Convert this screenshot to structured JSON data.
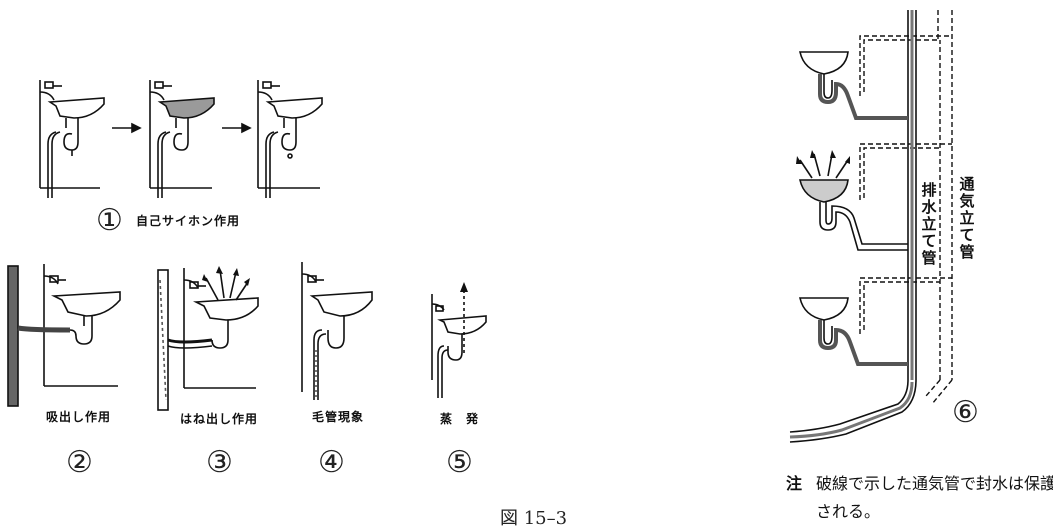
{
  "figure_caption": "図 15–3",
  "panels": [
    {
      "number": "①",
      "caption": "自己サイホン作用"
    },
    {
      "number": "②",
      "caption": "吸出し作用"
    },
    {
      "number": "③",
      "caption": "はね出し作用"
    },
    {
      "number": "④",
      "caption": "毛管現象"
    },
    {
      "number": "⑤",
      "caption": "蒸　発"
    },
    {
      "number": "⑥",
      "caption": ""
    }
  ],
  "labels": {
    "drain_stack": "排水立て管",
    "vent_stack": "通気立て管"
  },
  "note": {
    "prefix": "注",
    "line1": "破線で示した通気管で封水は保護",
    "line2": "される。"
  }
}
